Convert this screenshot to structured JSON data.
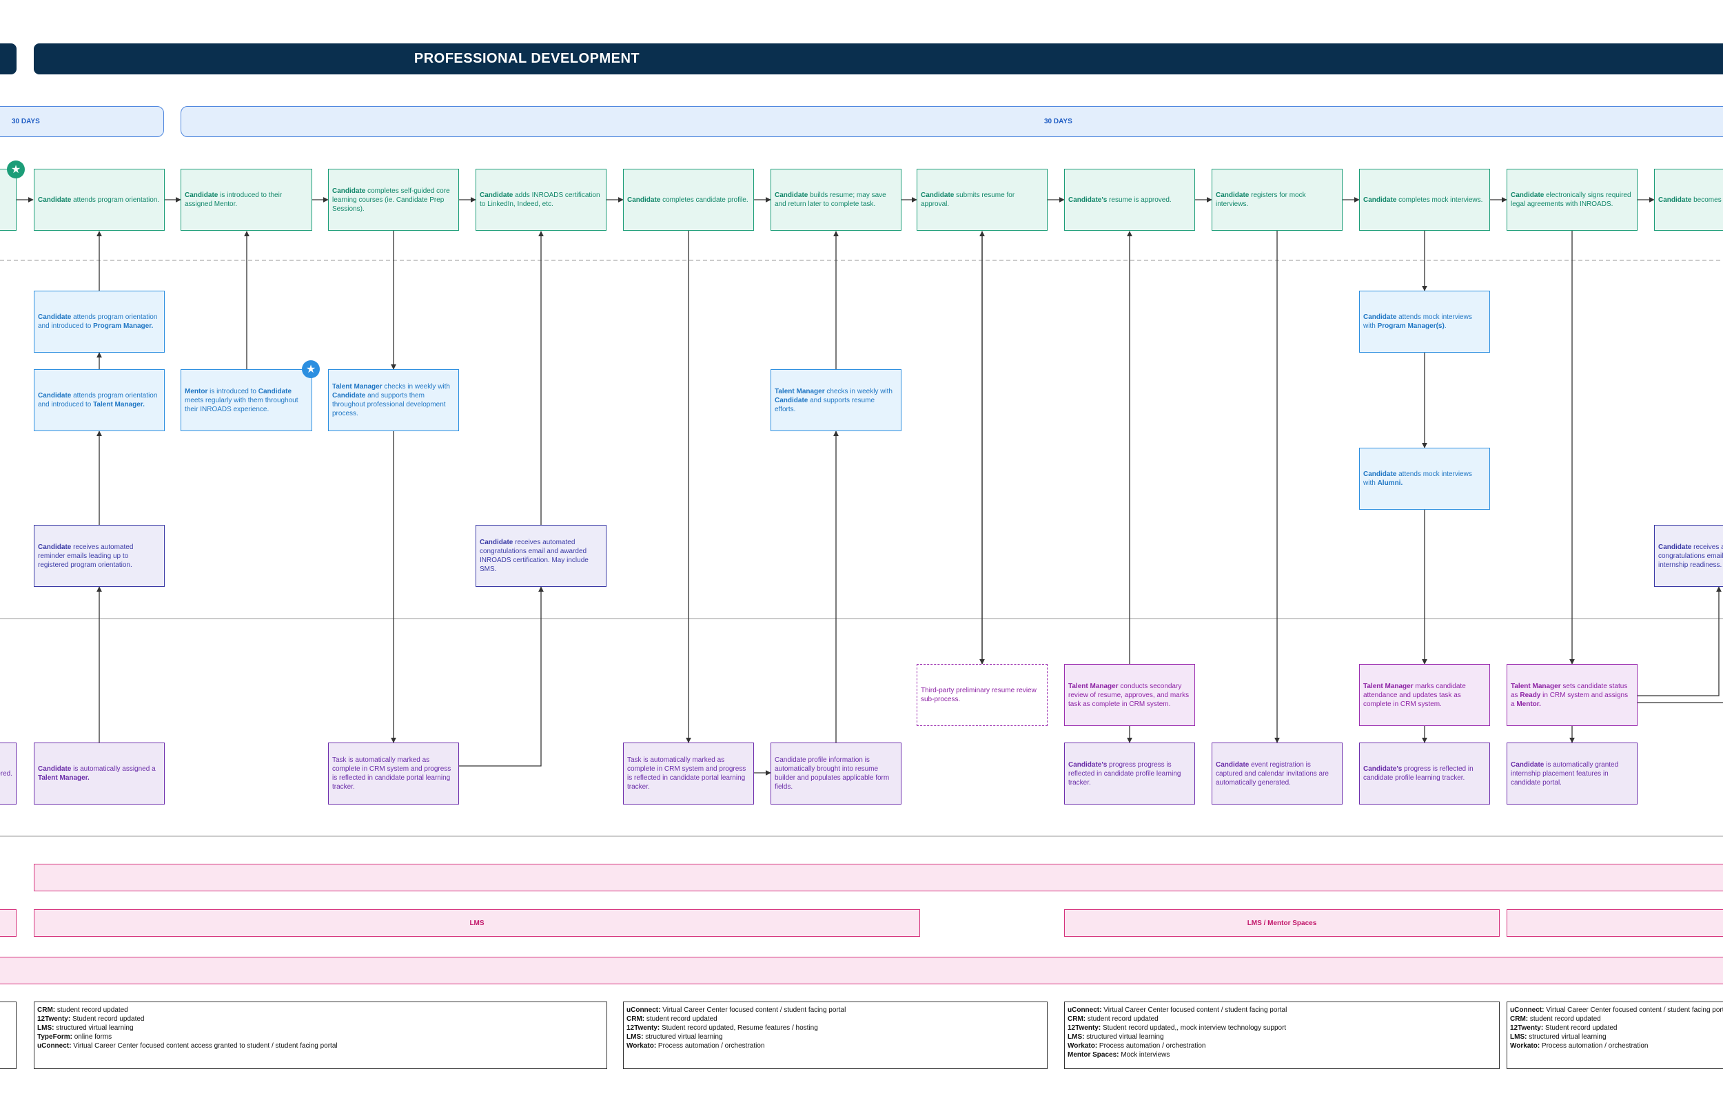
{
  "header": {
    "title": "PROFESSIONAL DEVELOPMENT"
  },
  "durations": {
    "left": "30 DAYS",
    "main": "30 DAYS"
  },
  "steps": [
    {
      "actor": "Candidate",
      "text": " attends program orientation."
    },
    {
      "actor": "Candidate",
      "text": " is introduced to their assigned Mentor."
    },
    {
      "actor": "Candidate",
      "text": " completes self-guided core learning courses (ie. Candidate Prep Sessions)."
    },
    {
      "actor": "Candidate",
      "text": " adds INROADS certification to LinkedIn, Indeed, etc."
    },
    {
      "actor": "Candidate",
      "text": " completes candidate profile."
    },
    {
      "actor": "Candidate",
      "text": " builds resume; may save and return later to complete task."
    },
    {
      "actor": "Candidate",
      "text": " submits resume for approval."
    },
    {
      "actor": "Candidate's",
      "text": " resume is approved."
    },
    {
      "actor": "Candidate",
      "text": " registers for mock interviews."
    },
    {
      "actor": "Candidate",
      "text": " completes mock interviews."
    },
    {
      "actor": "Candidate",
      "text": " electronically signs required legal agreements with INROADS."
    },
    {
      "actor": "Candidate",
      "text": " becomes e internship placement."
    }
  ],
  "support": {
    "orientation_pm": {
      "a": "Candidate",
      "b": " attends program orientation and introduced to ",
      "c": "Program Manager."
    },
    "orientation_tm": {
      "a": "Candidate",
      "b": " attends program orientation and introduced to ",
      "c": "Talent Manager."
    },
    "mentor": {
      "a": "Mentor",
      "b": " is introduced to ",
      "c": "Candidate",
      "d": " meets regularly with them throughout their INROADS experience."
    },
    "tm_weekly": {
      "a": "Talent Manager",
      "b": " checks in weekly with ",
      "c": "Candidate",
      "d": " and supports them throughout professional development process."
    },
    "tm_resume": {
      "a": "Talent Manager",
      "b": " checks in weekly with ",
      "c": "Candidate",
      "d": " and supports resume efforts."
    },
    "mock_pm": {
      "a": "Candidate",
      "b": " attends mock interviews with ",
      "c": "Program Manager(s)",
      "d": "."
    },
    "mock_alumni": {
      "a": "Candidate",
      "b": " attends mock interviews with ",
      "c": "Alumni."
    }
  },
  "automated": {
    "reminder": {
      "a": "Candidate",
      "b": " receives automated reminder emails leading up to registered program orientation."
    },
    "congrats": {
      "a": "Candidate",
      "b": " receives automated congratulations email and awarded INROADS certification. May include SMS."
    },
    "right": {
      "a": "Candidate",
      "b": " receives au congratulations email internship readiness."
    }
  },
  "backstage": {
    "third_party": "Third-party preliminary resume review sub-process.",
    "secondary_review": {
      "a": "Talent Manager",
      "b": " conducts secondary review of resume, approves, and marks task as complete in CRM system."
    },
    "marks_attendance": {
      "a": "Talent Manager",
      "b": " marks candidate attendance and updates task as complete in CRM system."
    },
    "sets_ready": {
      "a": "Talent Manager",
      "b": " sets candidate status as ",
      "c": "Ready",
      "d": " in CRM system and assigns a ",
      "e": "Mentor."
    }
  },
  "system": {
    "left_partial": "ered.",
    "assigned_tm": {
      "a": "Candidate",
      "b": " is automatically assigned a ",
      "c": "Talent Manager."
    },
    "task_marked_1": "Task is automatically marked as complete in CRM system and progress is reflected in candidate portal learning tracker.",
    "task_marked_2": "Task is automatically marked as complete in CRM system and progress is reflected in candidate portal learning tracker.",
    "profile_info": "Candidate profile information is automatically brought into resume builder and populates applicable form fields.",
    "progress_profile": {
      "a": "Candidate's",
      "b": " progress progress is reflected in candidate profile learning tracker."
    },
    "event_reg": {
      "a": "Candidate",
      "b": " event registration is captured and calendar invitations are automatically generated."
    },
    "progress_tracker": {
      "a": "Candidate's",
      "b": " progress is reflected in candidate profile learning tracker."
    },
    "granted": {
      "a": "Candidate",
      "b": " is automatically granted internship placement features in candidate portal."
    }
  },
  "platforms": {
    "lms": "LMS",
    "lms_mentor": "LMS / Mentor Spaces"
  },
  "systems_notes": [
    [
      [
        "CRM:",
        " student record updated"
      ],
      [
        "12Twenty:",
        " Student record updated"
      ],
      [
        "LMS:",
        " structured virtual learning"
      ],
      [
        "TypeForm:",
        " online forms"
      ],
      [
        "uConnect:",
        " Virtual Career Center focused content access granted to student / student facing portal"
      ]
    ],
    [
      [
        "uConnect:",
        " Virtual Career Center focused content / student facing portal"
      ],
      [
        "CRM:",
        " student record updated"
      ],
      [
        "12Twenty:",
        " Student record updated, Resume features / hosting"
      ],
      [
        "LMS:",
        " structured virtual learning"
      ],
      [
        "Workato:",
        " Process automation / orchestration"
      ]
    ],
    [
      [
        "uConnect:",
        " Virtual Career Center focused content / student facing portal"
      ],
      [
        "CRM:",
        " student record updated"
      ],
      [
        "12Twenty:",
        " Student record updated,, mock interview technology support"
      ],
      [
        "LMS:",
        " structured virtual learning"
      ],
      [
        "Workato:",
        " Process automation / orchestration"
      ],
      [
        "Mentor Spaces:",
        " Mock interviews"
      ]
    ],
    [
      [
        "uConnect:",
        " Virtual Career Center focused content / student facing portal"
      ],
      [
        "CRM:",
        " student record updated"
      ],
      [
        "12Twenty:",
        " Student record updated"
      ],
      [
        "LMS:",
        " structured virtual learning"
      ],
      [
        "Workato:",
        " Process automation / orchestration"
      ]
    ]
  ],
  "colors": {
    "header": "#0a2f4e",
    "green": "#1c9d78",
    "blue": "#2c8fe0",
    "navy": "#3b3ba6",
    "purple": "#6e2fad",
    "pink": "#d6337d"
  }
}
